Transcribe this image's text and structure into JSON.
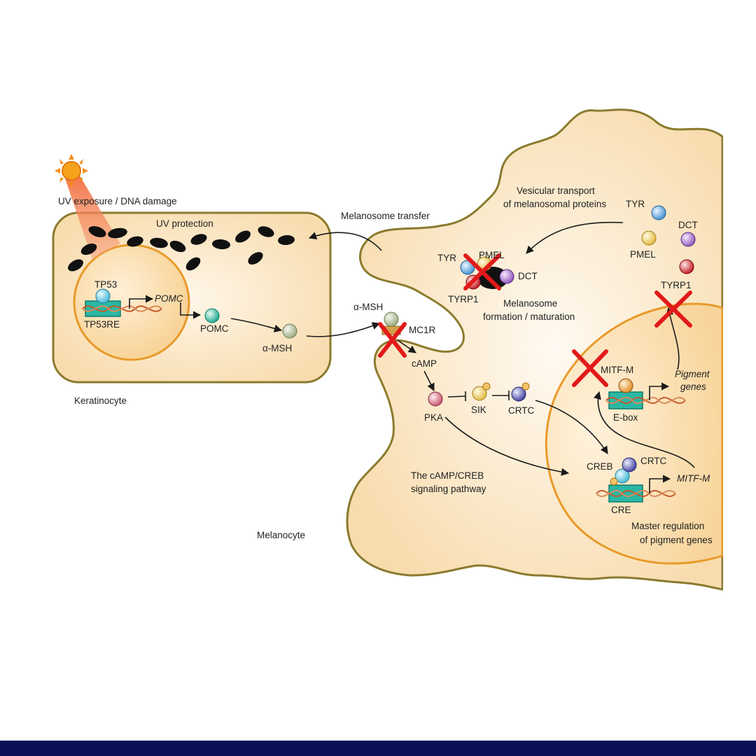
{
  "labels": {
    "uv_exposure": "UV exposure / DNA damage",
    "uv_protection": "UV protection",
    "melanosome_transfer": "Melanosome transfer",
    "tp53": "TP53",
    "tp53re": "TP53RE",
    "pomc_gene": "POMC",
    "pomc_protein": "POMC",
    "amsh_keratinocyte": "α-MSH",
    "keratinocyte": "Keratinocyte",
    "amsh_receptor": "α-MSH",
    "mc1r": "MC1R",
    "camp": "cAMP",
    "pka": "PKA",
    "sik": "SIK",
    "crtc_cyto": "CRTC",
    "pathway_line1": "The cAMP/CREB",
    "pathway_line2": "signaling pathway",
    "melanocyte": "Melanocyte",
    "vesicular_line1": "Vesicular transport",
    "vesicular_line2": "of melanosomal proteins",
    "tyr_top": "TYR",
    "dct_top": "DCT",
    "pmel_top": "PMEL",
    "tyrp1_top": "TYRP1",
    "tyr_complex": "TYR",
    "pmel_complex": "PMEL",
    "dct_complex": "DCT",
    "tyrp1_complex": "TYRP1",
    "melanosome_line1": "Melanosome",
    "melanosome_line2": "formation / maturation",
    "mitf_m": "MITF-M",
    "ebox": "E-box",
    "pigment_line1": "Pigment",
    "pigment_line2": "genes",
    "creb": "CREB",
    "crtc_nucleus": "CRTC",
    "mitf_m_gene": "MITF-M",
    "cre": "CRE",
    "master_line1": "Master regulation",
    "master_line2": "of pigment genes"
  },
  "colors": {
    "cell_fill": "#f8dfb4",
    "cell_stroke": "#8a7a2e",
    "nucleus_stroke": "#e89a2a",
    "melanosome": "#111111",
    "inhibition_x": "#e21a1a",
    "sun": "#f28c18",
    "footer_bar": "#0b1157"
  }
}
